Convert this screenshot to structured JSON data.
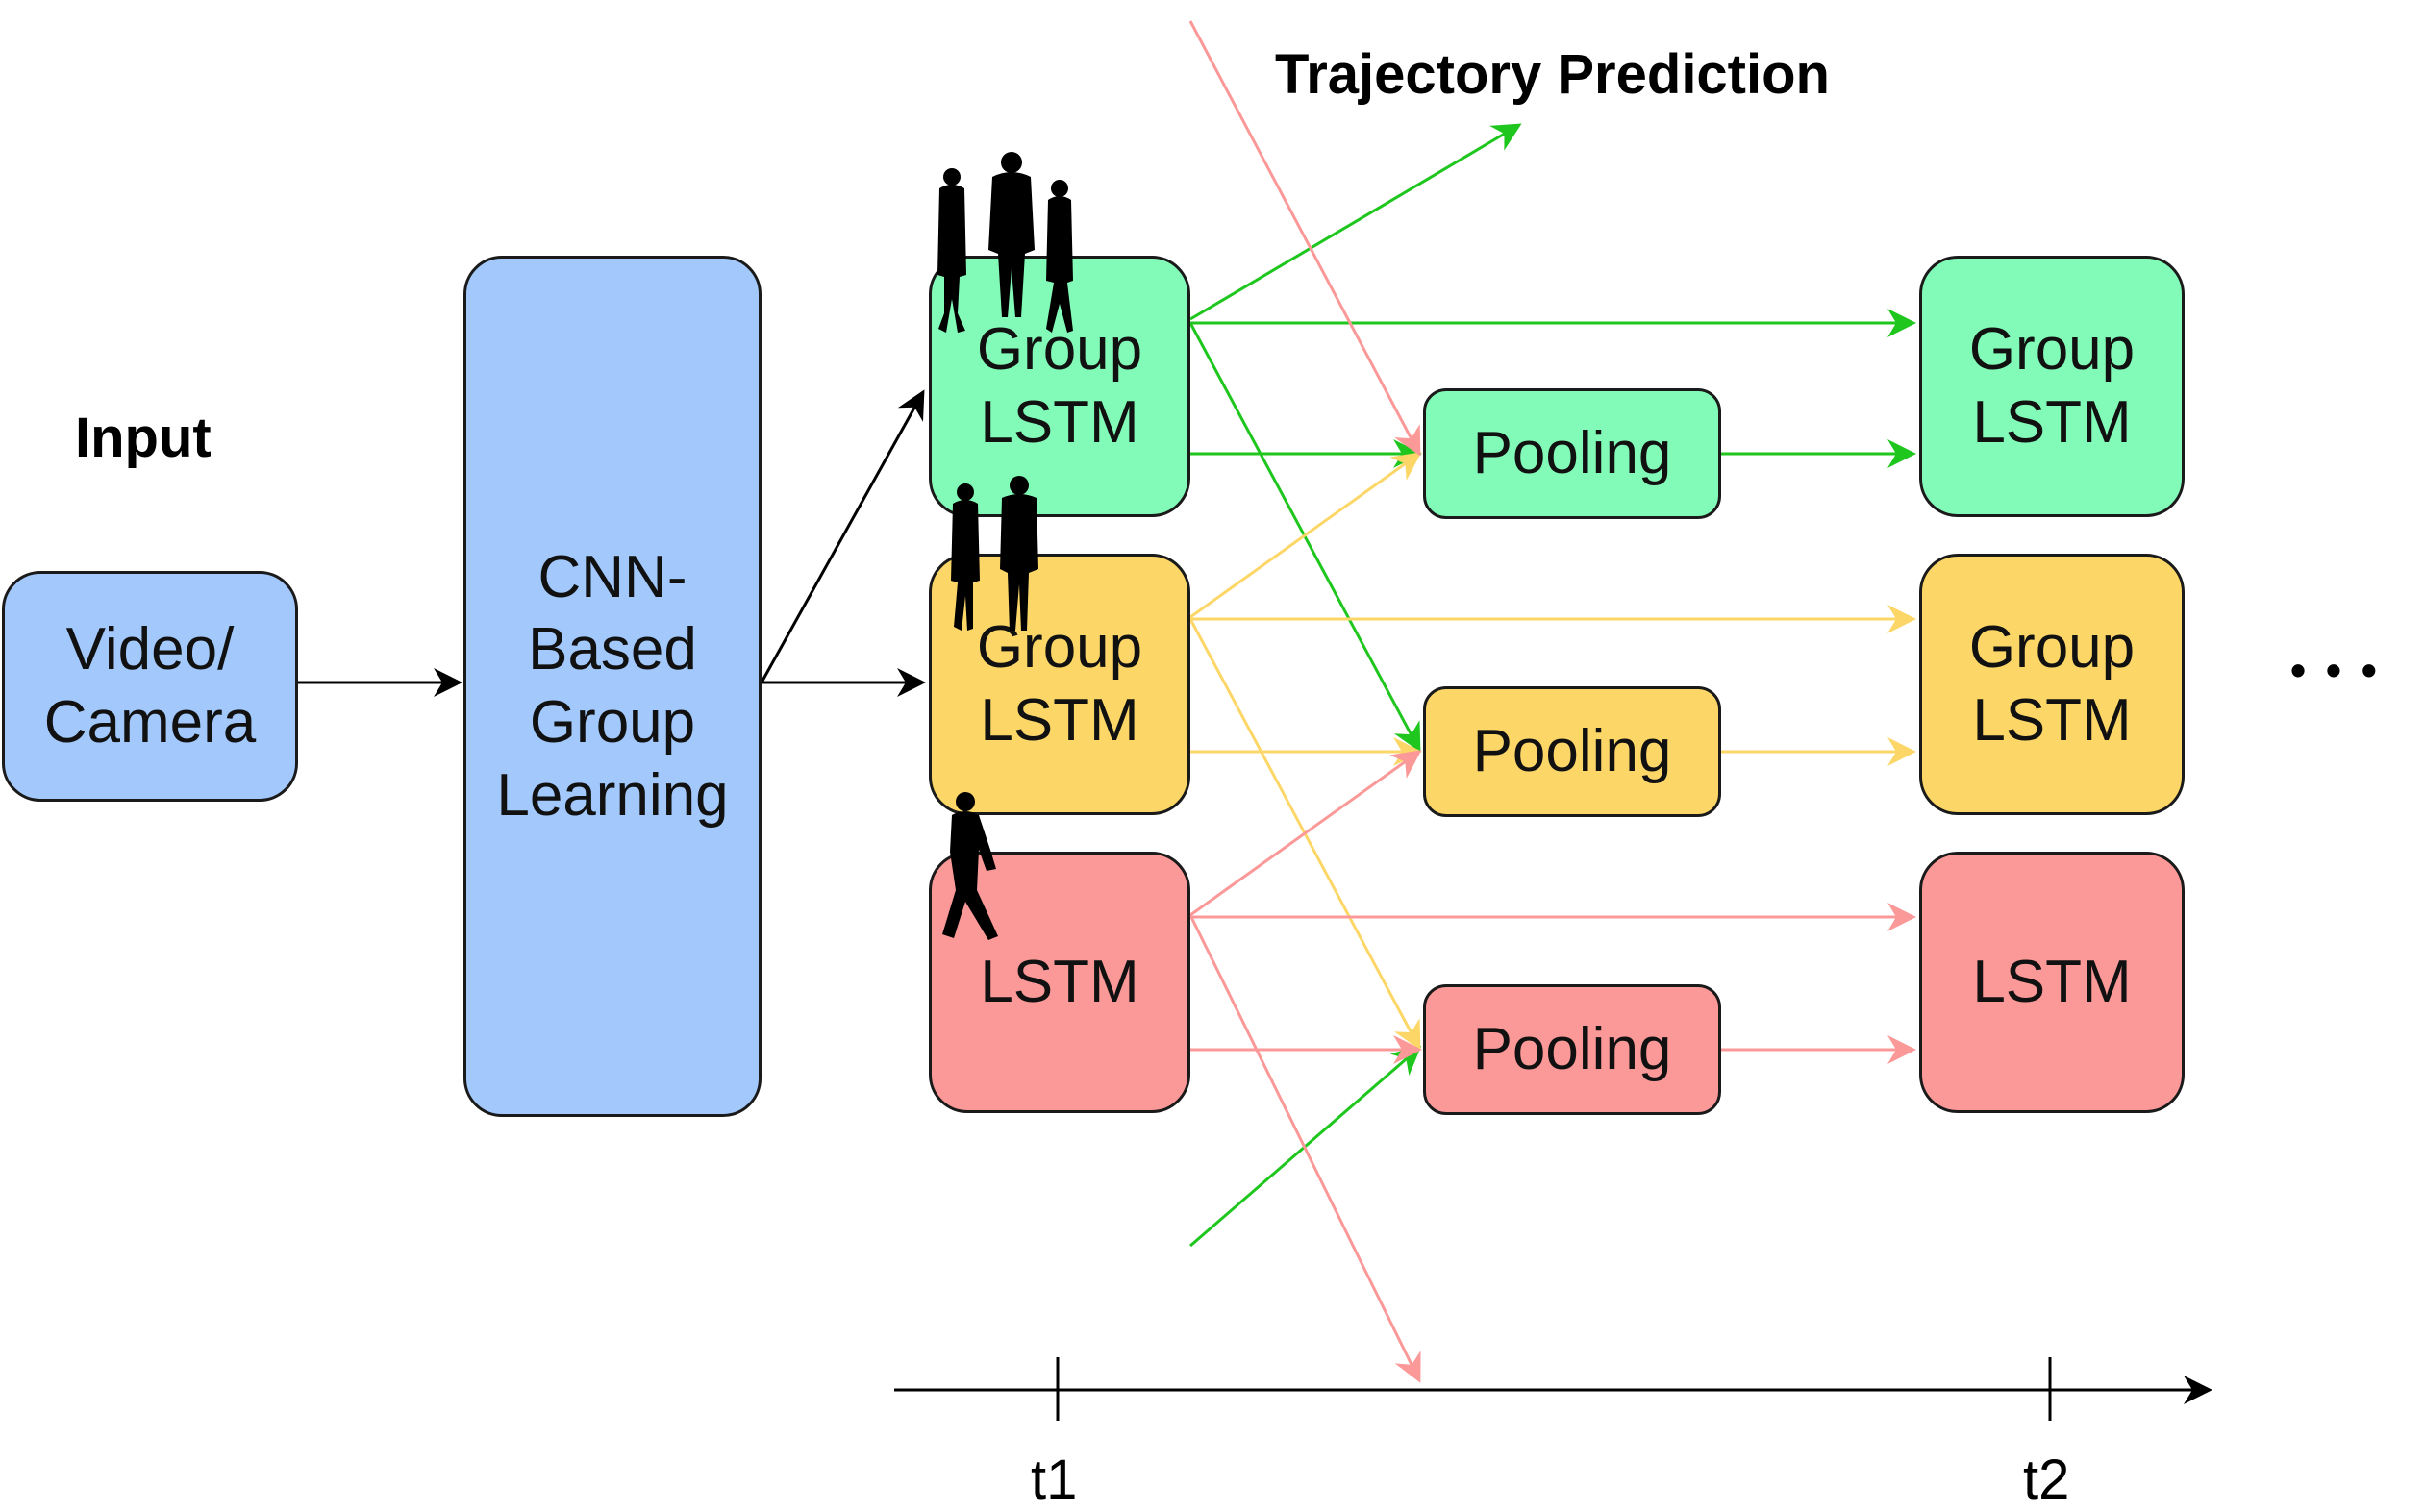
{
  "colors": {
    "blue": "#a3c9fc",
    "green": "#83fbb8",
    "yellow": "#fcd768",
    "red": "#fb9898",
    "green_arrow": "#1ec61e",
    "yellow_arrow": "#fcd768",
    "red_arrow": "#fb9898",
    "black": "#000000"
  },
  "labels": {
    "input": "Input",
    "trajectory_prediction": "Trajectory Prediction",
    "ellipsis": "• • •",
    "t1": "t1",
    "t2": "t2"
  },
  "boxes": {
    "video_camera": "Video/\nCamera",
    "cnn": "CNN-\nBased\nGroup\nLearning",
    "t1_green": "Group\nLSTM",
    "t1_yellow": "Group\nLSTM",
    "t1_red": "LSTM",
    "pool_green": "Pooling",
    "pool_yellow": "Pooling",
    "pool_red": "Pooling",
    "t2_green": "Group\nLSTM",
    "t2_yellow": "Group\nLSTM",
    "t2_red": "LSTM"
  },
  "icons": [
    "pedestrian-group-icon",
    "pedestrian-pair-icon",
    "pedestrian-single-icon"
  ]
}
